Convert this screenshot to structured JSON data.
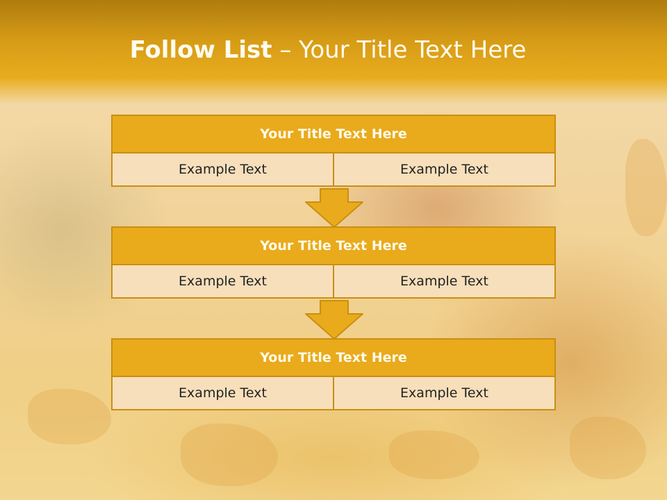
{
  "slide": {
    "title_bold": "Follow List",
    "title_rest": " – Your Title Text Here"
  },
  "steps": [
    {
      "title": "Your Title Text Here",
      "left": "Example Text",
      "right": "Example Text"
    },
    {
      "title": "Your Title Text Here",
      "left": "Example Text",
      "right": "Example Text"
    },
    {
      "title": "Your Title Text Here",
      "left": "Example Text",
      "right": "Example Text"
    }
  ],
  "colors": {
    "header": "#e8ad1f",
    "block_title": "#e9aa1c",
    "block_border": "#c98f10",
    "cell": "#f7dfbb",
    "arrow": "#e9aa1c"
  }
}
